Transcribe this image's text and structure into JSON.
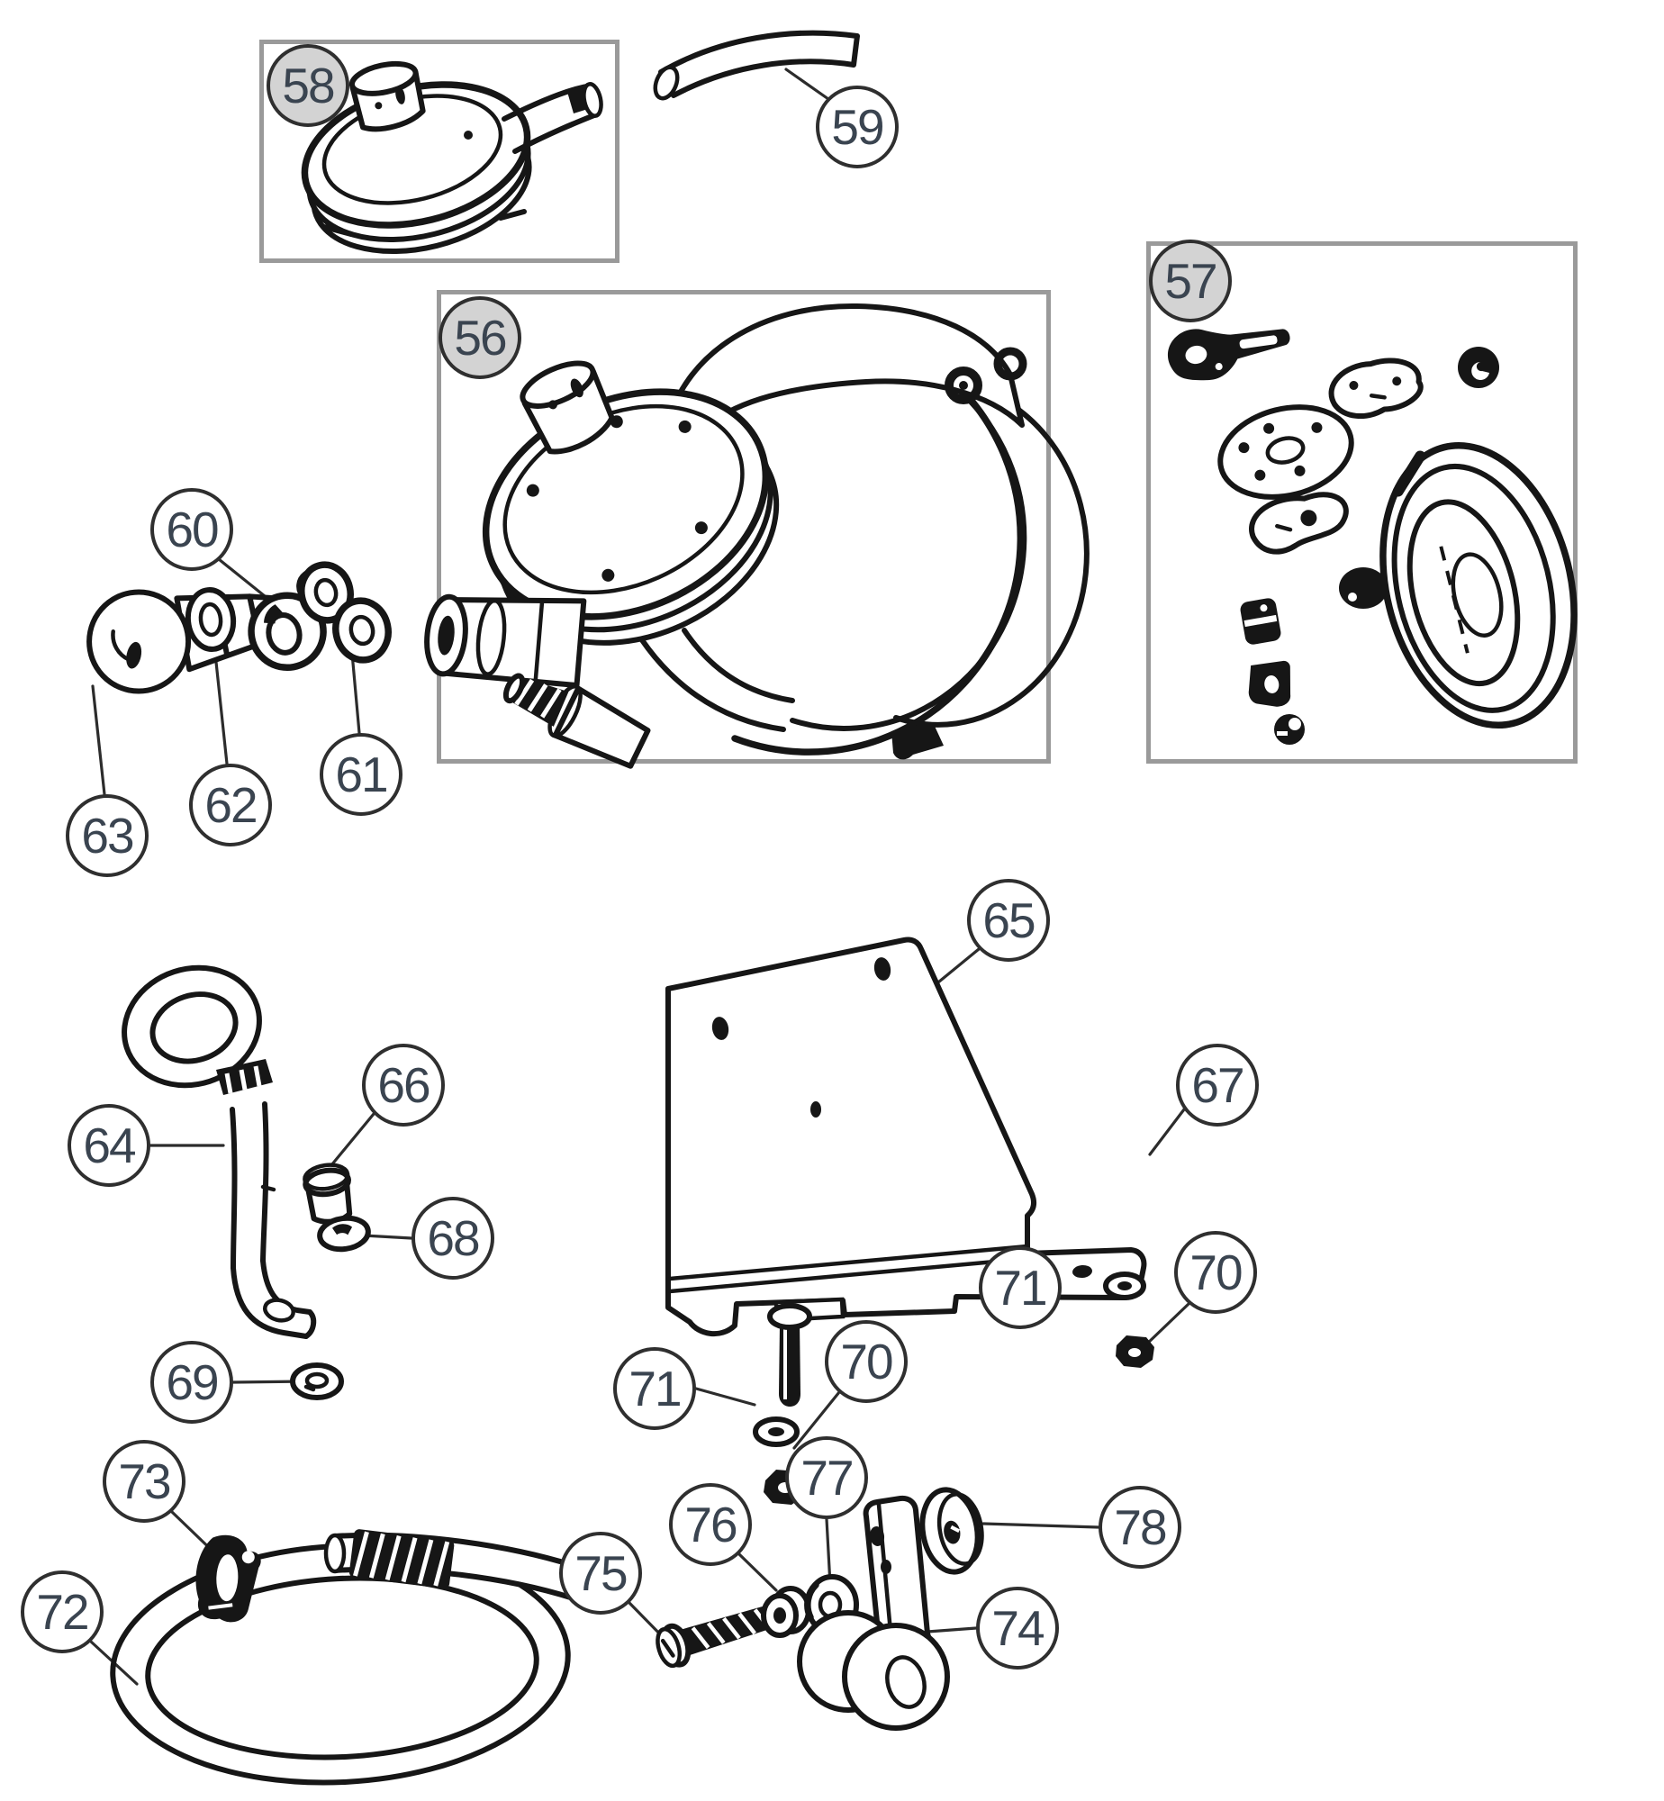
{
  "figure": {
    "kind": "exploded-parts-diagram",
    "subject": "Fuel pump assembly and fittings",
    "callout_range": "56-78"
  },
  "colors": {
    "background": "#ffffff",
    "line_art": "#161616",
    "box_border": "#9a9a9a",
    "callout_border": "#2f2f2f",
    "callout_text": "#3a4450",
    "callout_shaded_fill": "#d3d3d3",
    "callout_plain_fill": "#ffffff",
    "leader_line": "#2c2c2c"
  },
  "callouts": [
    {
      "label": "56",
      "shaded": true,
      "part": "fuel-pump-assembly"
    },
    {
      "label": "57",
      "shaded": true,
      "part": "pump-repair-kit"
    },
    {
      "label": "58",
      "shaded": true,
      "part": "pump-upper-body"
    },
    {
      "label": "59",
      "shaded": false,
      "part": "fuel-hose"
    },
    {
      "label": "60",
      "shaded": false,
      "part": "banjo-union"
    },
    {
      "label": "61",
      "shaded": false,
      "part": "sealing-washer-pair"
    },
    {
      "label": "62",
      "shaded": false,
      "part": "sealing-washer"
    },
    {
      "label": "63",
      "shaded": false,
      "part": "banjo-bolt"
    },
    {
      "label": "64",
      "shaded": false,
      "part": "feed-pipe"
    },
    {
      "label": "65",
      "shaded": false,
      "part": "mounting-bracket"
    },
    {
      "label": "66",
      "shaded": false,
      "part": "bolt"
    },
    {
      "label": "67",
      "shaded": false,
      "part": "bolt"
    },
    {
      "label": "68",
      "shaded": false,
      "part": "spring-washer"
    },
    {
      "label": "69",
      "shaded": false,
      "part": "washer"
    },
    {
      "label": "70",
      "shaded": false,
      "part": "nut-left"
    },
    {
      "label": "70",
      "shaded": false,
      "part": "nut-right"
    },
    {
      "label": "71",
      "shaded": false,
      "part": "washer-left"
    },
    {
      "label": "71",
      "shaded": false,
      "part": "washer-right"
    },
    {
      "label": "72",
      "shaded": false,
      "part": "sealing-ring"
    },
    {
      "label": "73",
      "shaded": false,
      "part": "hose-clip"
    },
    {
      "label": "74",
      "shaded": false,
      "part": "priming-lever"
    },
    {
      "label": "75",
      "shaded": false,
      "part": "bolt"
    },
    {
      "label": "76",
      "shaded": false,
      "part": "nut"
    },
    {
      "label": "77",
      "shaded": false,
      "part": "washer"
    },
    {
      "label": "78",
      "shaded": false,
      "part": "spacer-bush"
    }
  ]
}
